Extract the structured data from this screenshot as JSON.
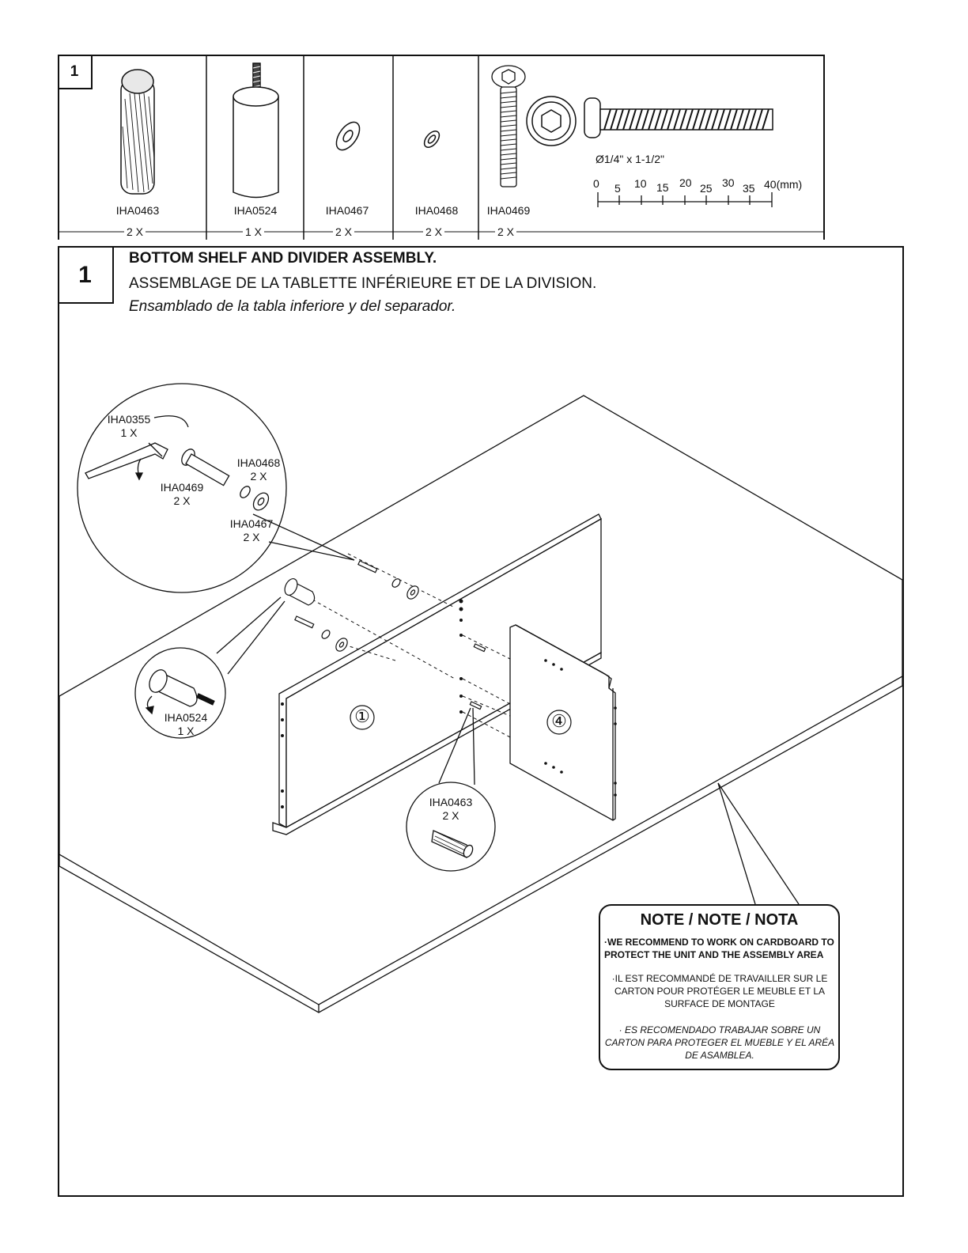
{
  "hardware_header": {
    "step_number": "1",
    "parts": [
      {
        "code": "IHA0463",
        "qty": "2 X"
      },
      {
        "code": "IHA0524",
        "qty": "1 X"
      },
      {
        "code": "IHA0467",
        "qty": "2 X"
      },
      {
        "code": "IHA0468",
        "qty": "2 X"
      },
      {
        "code": "IHA0469",
        "qty": "2 X"
      }
    ],
    "screw_spec": "Ø1/4\" x 1-1/2\"",
    "scale_labels": [
      "0",
      "5",
      "10",
      "15",
      "20",
      "25",
      "30",
      "35",
      "40(mm)"
    ]
  },
  "step": {
    "number": "1",
    "title_en": "BOTTOM SHELF AND DIVIDER ASSEMBLY.",
    "title_fr": "ASSEMBLAGE DE LA TABLETTE INFÉRIEURE ET DE LA DIVISION.",
    "title_es": "Ensamblado de la tabla inferiore y del separador."
  },
  "callouts": {
    "allen_key": {
      "code": "IHA0355",
      "qty": "1 X"
    },
    "lock_washer": {
      "code": "IHA0468",
      "qty": "2 X"
    },
    "screw": {
      "code": "IHA0469",
      "qty": "2 X"
    },
    "washer": {
      "code": "IHA0467",
      "qty": "2 X"
    },
    "cam_bolt": {
      "code": "IHA0524",
      "qty": "1 X"
    },
    "dowel": {
      "code": "IHA0463",
      "qty": "2 X"
    }
  },
  "panels": {
    "panel_1": "①",
    "panel_4": "④"
  },
  "note": {
    "title": "NOTE / NOTE / NOTA",
    "en": "·WE RECOMMEND TO WORK ON CARDBOARD TO PROTECT THE UNIT AND THE ASSEMBLY AREA",
    "fr": "·IL EST RECOMMANDÉ DE TRAVAILLER SUR LE CARTON POUR PROTÉGER LE MEUBLE ET LA SURFACE DE MONTAGE",
    "es": "· ES RECOMENDADO TRABAJAR SOBRE UN CARTON PARA PROTEGER EL MUEBLE Y EL ARÉA DE ASAMBLEA."
  }
}
